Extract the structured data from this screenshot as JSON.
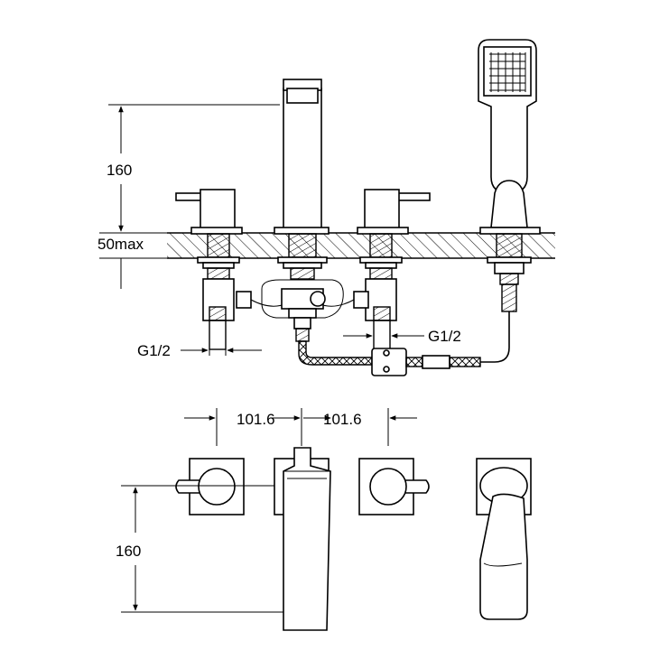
{
  "dimensions": {
    "spout_height_front": "160",
    "deck_thickness": "50max",
    "inlet_left": "G1/2",
    "inlet_right": "G1/2",
    "spacing_left": "101.6",
    "spacing_right": "101.6",
    "spout_reach_plan": "160"
  },
  "colors": {
    "line": "#000000",
    "background": "#ffffff"
  }
}
